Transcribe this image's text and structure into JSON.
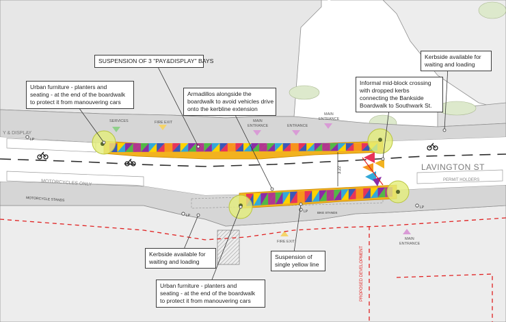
{
  "colors": {
    "building": "#e6e6e6",
    "pavement": "#d9d9d9",
    "road": "#ffffff",
    "boardwalk_edge": "#f2b21f",
    "boardwalk_fill": [
      "#e8335a",
      "#b0378f",
      "#3a58b7",
      "#33a9d8",
      "#52b848",
      "#f7941d",
      "#8b2ba5",
      "#ffd200"
    ],
    "highlight": "#e3ee7a",
    "marker_pink": "#d99bd6",
    "marker_yellow": "#f5d46a",
    "dev_line": "#e02020"
  },
  "callouts": {
    "pay_display": [
      "SUSPENSION OF 3 \"PAY&DISPLAY\" BAYS"
    ],
    "urban_top": [
      "Urban furniture - planters and",
      "seating - at the end of the boardwalk",
      "to protect it from manouvering cars"
    ],
    "armadillos": [
      "Armadillos alongside the",
      "boardwalk to avoid vehicles drive",
      "onto the kerbline extension"
    ],
    "informal": [
      "Informal mid-block crossing",
      "with dropped kerbs",
      "connecting the Bankside",
      "Boardwalk  to Southwark St."
    ],
    "kerbside_top": [
      "Kerbside available for",
      "waiting and loading"
    ],
    "kerbside_bottom": [
      "Kerbside available for",
      "waiting and loading"
    ],
    "yellow_line": [
      "Suspension of",
      "single yellow line"
    ],
    "urban_bottom": [
      "Urban furniture - planters and",
      "seating - at the end of the boardwalk",
      "to protect it from manouvering cars"
    ]
  },
  "map_labels": {
    "services": "SERVICES",
    "fire_exit_top": "FIRE EXIT",
    "main_entrance_1": [
      "MAIN",
      "ENTRANCE"
    ],
    "entrance": "ENTRANCE",
    "main_entrance_2": [
      "MAIN",
      "ENTRANCE"
    ],
    "pay_display_road": "Y & DISPLAY",
    "motorcycles_only": "MOTORCYCLES ONLY",
    "motorcycle_stands": "MOTORCYCLE STANDS",
    "street_name": "LAVINGTON ST",
    "permit_holders": "PERMIT HOLDERS",
    "lp_1": "LP",
    "lp_2": "LP",
    "lp_3": "LP",
    "lp_4": "LP",
    "width": "3.22",
    "bike_stands": "BIKE STANDS",
    "fire_exit_bottom": "FIRE EXIT",
    "main_entrance_bottom": [
      "MAIN",
      "ENTRANCE"
    ],
    "proposed_development": "PROPOSED DEVELOPMENT"
  },
  "icons": [
    "bicycle-icon",
    "planter-highlight-icon",
    "triangle-marker-icon",
    "lamp-post-icon"
  ]
}
